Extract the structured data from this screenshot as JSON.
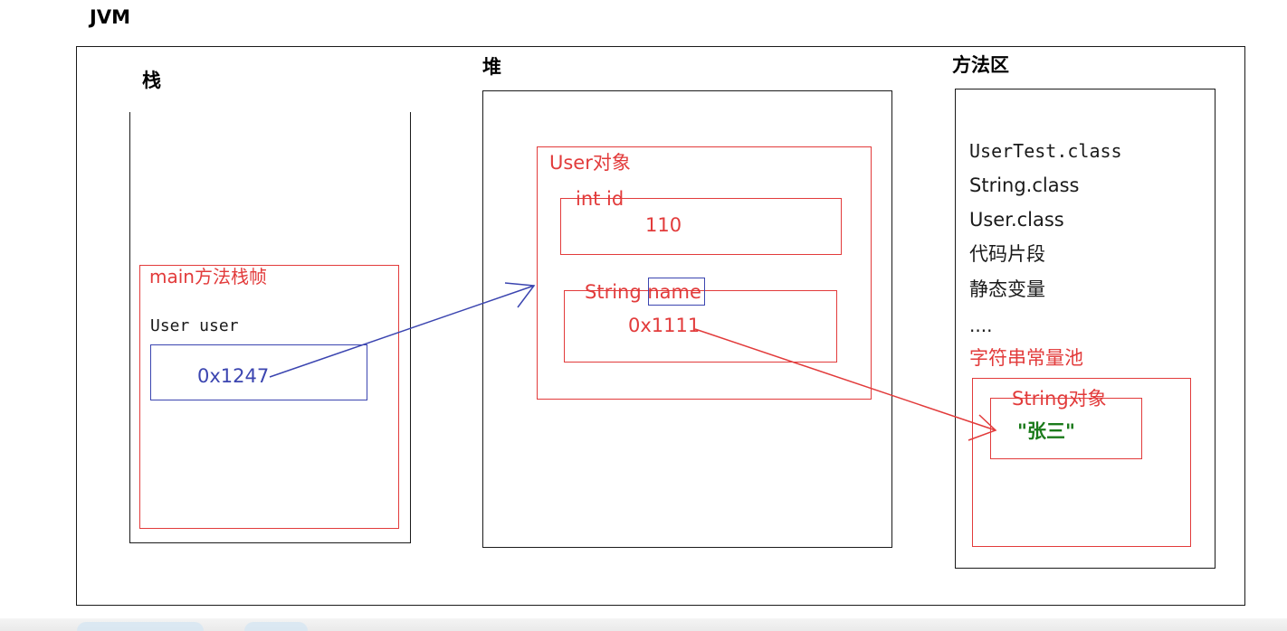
{
  "title": "JVM",
  "stack": {
    "label": "栈",
    "frame": {
      "label": "main方法栈帧",
      "var_decl": "User user",
      "var_value": "0x1247"
    }
  },
  "heap": {
    "label": "堆",
    "object": {
      "label": "User对象",
      "field_id": {
        "label": "int id",
        "value": "110"
      },
      "field_name": {
        "label": "String name",
        "value": "0x1111"
      }
    }
  },
  "method_area": {
    "label": "方法区",
    "items": [
      "UserTest.class",
      "String.class",
      "User.class",
      "代码片段",
      "静态变量",
      "...."
    ],
    "pool": {
      "label": "字符串常量池",
      "object": {
        "label": "String对象",
        "value": "\"张三\""
      }
    }
  },
  "colors": {
    "red": "#e23b3b",
    "blue": "#3b45b0",
    "green": "#1a7a1a",
    "black": "#1a1a1a"
  }
}
